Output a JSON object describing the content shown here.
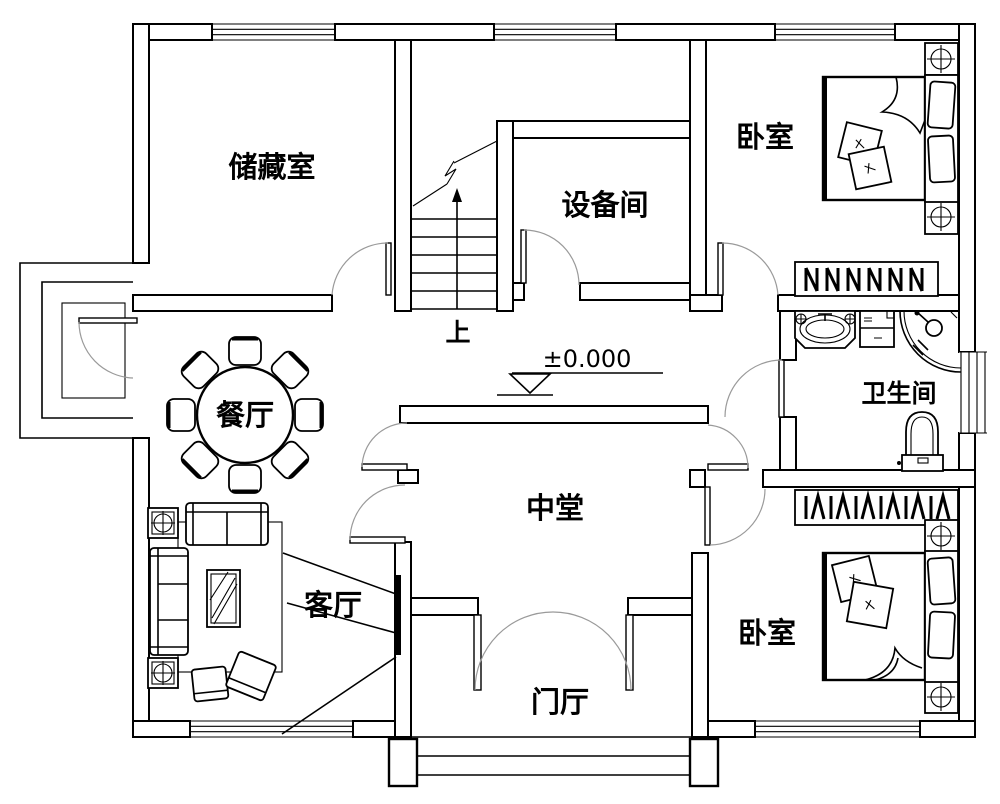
{
  "rooms": {
    "storage": "储藏室",
    "equipment": "设备间",
    "bedroom_top": "卧室",
    "bedroom_bottom": "卧室",
    "dining": "餐厅",
    "living": "客厅",
    "central_hall": "中堂",
    "entrance_hall": "门厅",
    "bathroom": "卫生间"
  },
  "annotations": {
    "stairs_direction": "上",
    "floor_elevation": "±0.000"
  },
  "colors": {
    "wall_line": "#000000",
    "door_arc": "#9a9a9a",
    "background": "#ffffff"
  }
}
